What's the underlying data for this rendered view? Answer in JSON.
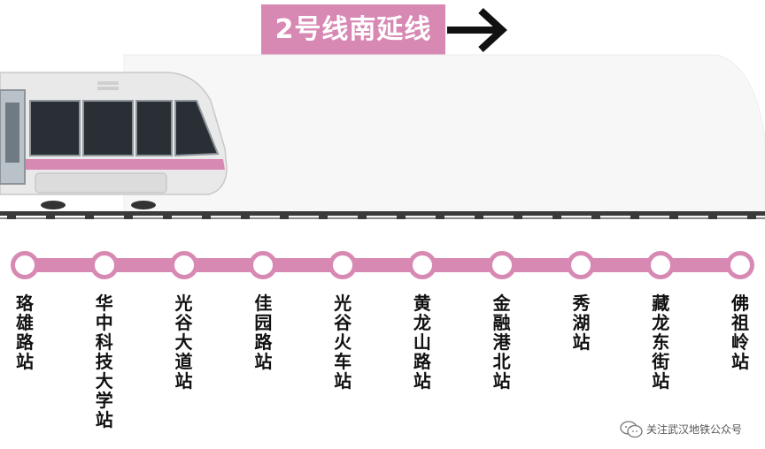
{
  "header": {
    "title": "2号线南延线"
  },
  "stations": [
    {
      "name": "珞雄路站"
    },
    {
      "name": "华中科技大学站"
    },
    {
      "name": "光谷大道站"
    },
    {
      "name": "佳园路站"
    },
    {
      "name": "光谷火车站"
    },
    {
      "name": "黄龙山路站"
    },
    {
      "name": "金融港北站"
    },
    {
      "name": "秀湖站"
    },
    {
      "name": "藏龙东街站"
    },
    {
      "name": "佛祖岭站"
    }
  ],
  "watermark": {
    "text": "关注武汉地铁公众号",
    "icon": "wechat-icon"
  },
  "colors": {
    "line": "#d889b3",
    "title_bg": "#d889b3",
    "text": "#111111"
  }
}
